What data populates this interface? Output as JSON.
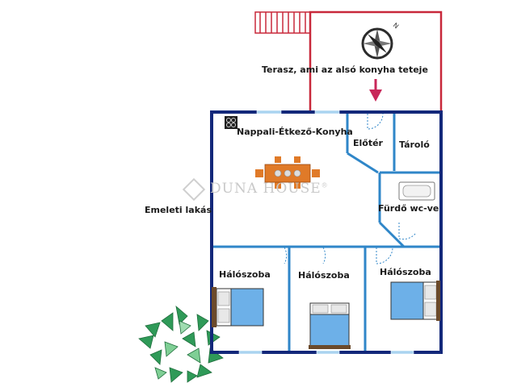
{
  "labels": {
    "terrace": "Terasz, ami az alsó konyha teteje",
    "living": "Nappali-Étkező-Konyha",
    "hall": "Előtér",
    "storage": "Tároló",
    "bathroom": "Fürdő wc-vel",
    "upper_flat": "Emeleti lakás",
    "bedroom_1": "Hálószoba",
    "bedroom_2": "Hálószoba",
    "bedroom_3": "Hálószoba"
  },
  "watermark": {
    "text": "DUNA HOUSE",
    "mark": "®"
  },
  "compass": {
    "north_letter": "N",
    "icon": "compass-icon"
  },
  "colors": {
    "wall": "#13287a",
    "inner_wall": "#2f86c8",
    "terrace_outline": "#c8283a",
    "arrow": "#c8285a",
    "window": "#aad4f0",
    "bed": "#6db0e8",
    "table": "#e07a28",
    "plant": "#2f9a58"
  }
}
